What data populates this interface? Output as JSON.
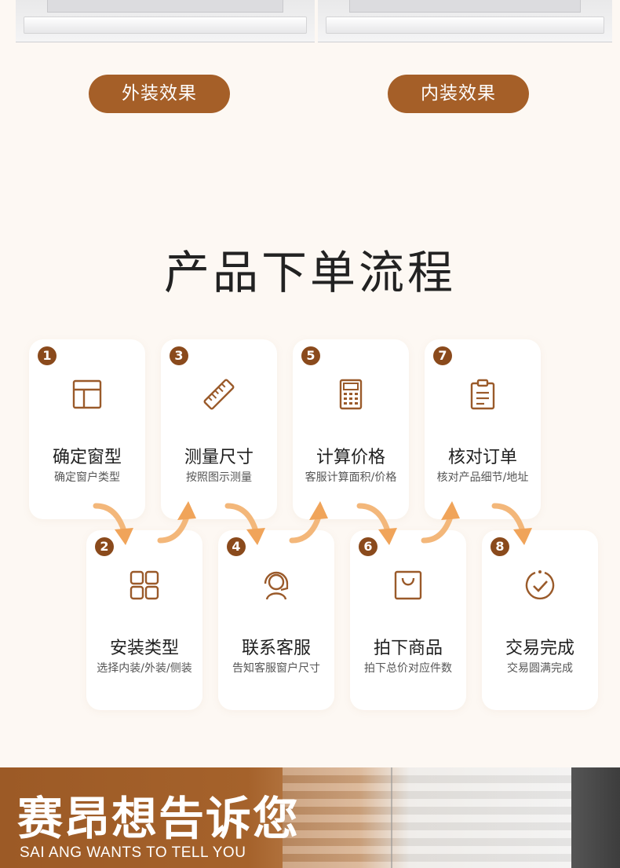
{
  "install_buttons": {
    "outer": "外装效果",
    "inner": "内装效果"
  },
  "section_title": "产品下单流程",
  "colors": {
    "accent": "#a55f28",
    "badge": "#8a4a1c",
    "icon": "#9a5a2a",
    "arrow": "#f0a45a"
  },
  "steps": [
    {
      "num": "1",
      "name": "确定窗型",
      "desc": "确定窗户类型",
      "icon": "window-layout-icon"
    },
    {
      "num": "2",
      "name": "安装类型",
      "desc": "选择内装/外装/侧装",
      "icon": "grid-icon"
    },
    {
      "num": "3",
      "name": "测量尺寸",
      "desc": "按照图示测量",
      "icon": "ruler-icon"
    },
    {
      "num": "4",
      "name": "联系客服",
      "desc": "告知客服窗户尺寸",
      "icon": "headset-icon"
    },
    {
      "num": "5",
      "name": "计算价格",
      "desc": "客服计算面积/价格",
      "icon": "calculator-icon"
    },
    {
      "num": "6",
      "name": "拍下商品",
      "desc": "拍下总价对应件数",
      "icon": "shopping-bag-icon"
    },
    {
      "num": "7",
      "name": "核对订单",
      "desc": "核对产品细节/地址",
      "icon": "clipboard-icon"
    },
    {
      "num": "8",
      "name": "交易完成",
      "desc": "交易圆满完成",
      "icon": "check-circle-icon"
    }
  ],
  "banner": {
    "title": "赛昂想告诉您",
    "subtitle": "SAI ANG WANTS TO TELL YOU"
  }
}
